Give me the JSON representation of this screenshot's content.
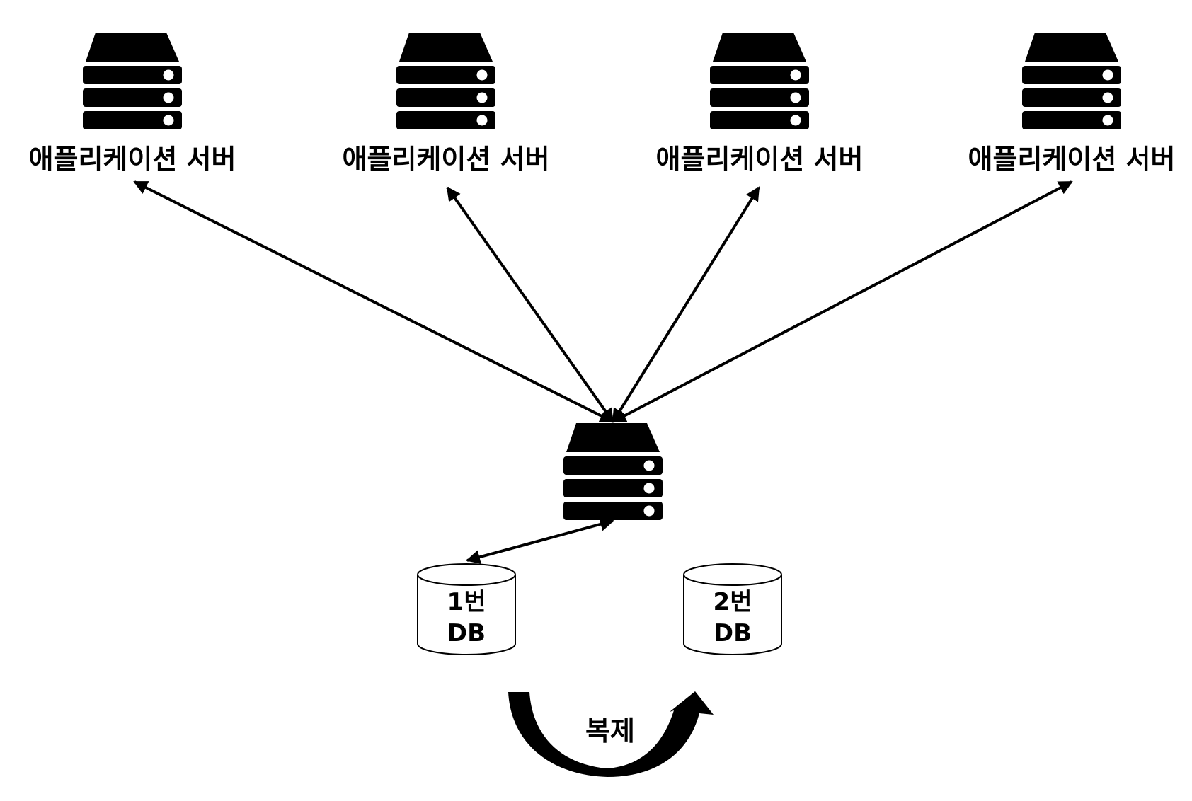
{
  "app_servers": [
    {
      "label": "애플리케이션 서버"
    },
    {
      "label": "애플리케이션 서버"
    },
    {
      "label": "애플리케이션 서버"
    },
    {
      "label": "애플리케이션 서버"
    }
  ],
  "databases": [
    {
      "line1": "1번",
      "line2": "DB"
    },
    {
      "line1": "2번",
      "line2": "DB"
    }
  ],
  "replication": {
    "label": "복제"
  },
  "colors": {
    "ink": "#000000",
    "paper": "#ffffff"
  },
  "icons": {
    "server": "server-icon",
    "database": "database-cylinder-icon",
    "arrow": "curved-arrow-icon"
  }
}
